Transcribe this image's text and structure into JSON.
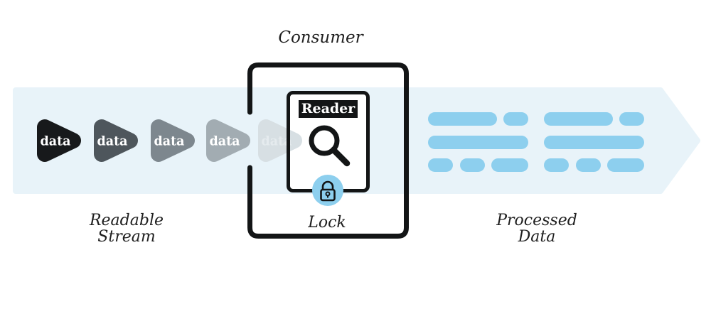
{
  "colors": {
    "stream_band": "#e8f3f9",
    "pill_blue": "#8dcfee",
    "outline_black": "#131516",
    "label_text": "#1f1f1f"
  },
  "labels": {
    "consumer": "Consumer",
    "reader": "Reader",
    "lock": "Lock",
    "readable_stream": "Readable\nStream",
    "processed_data": "Processed\nData"
  },
  "icons": {
    "magnifier": "magnifier-icon",
    "lock": "lock-icon"
  },
  "stream": {
    "chunks": [
      {
        "label": "data",
        "color": "#17191b",
        "text_color": "#ffffff"
      },
      {
        "label": "data",
        "color": "#4e565c",
        "text_color": "#ffffff"
      },
      {
        "label": "data",
        "color": "#7d878e",
        "text_color": "#ffffff"
      },
      {
        "label": "data",
        "color": "#a2acb2",
        "text_color": "#ffffff"
      },
      {
        "label": "data",
        "color": "#d7dfe3",
        "text_color": "#e5ebee"
      }
    ]
  }
}
